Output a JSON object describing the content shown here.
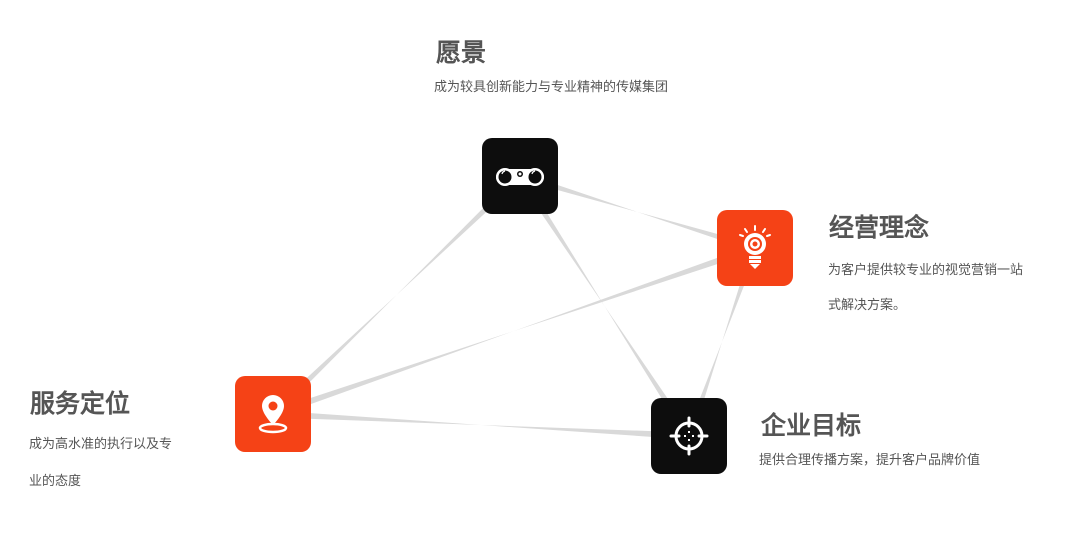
{
  "nodes": {
    "vision": {
      "title": "愿景",
      "desc": "成为较具创新能力与专业精神的传媒集团",
      "icon": "binoculars-icon",
      "color": "#0d0d0d"
    },
    "concept": {
      "title": "经营理念",
      "desc_lines": [
        "为客户提供较专业的视觉营销一站",
        "式解决方案。"
      ],
      "icon": "lightbulb-gear-icon",
      "color": "#f54216"
    },
    "position": {
      "title": "服务定位",
      "desc_lines": [
        "成为高水准的执行以及专",
        "业的态度"
      ],
      "icon": "map-pin-icon",
      "color": "#f54216"
    },
    "goal": {
      "title": "企业目标",
      "desc": "提供合理传播方案，提升客户品牌价值",
      "icon": "crosshair-icon",
      "color": "#0d0d0d"
    }
  },
  "line_color": "#d9d9d9"
}
